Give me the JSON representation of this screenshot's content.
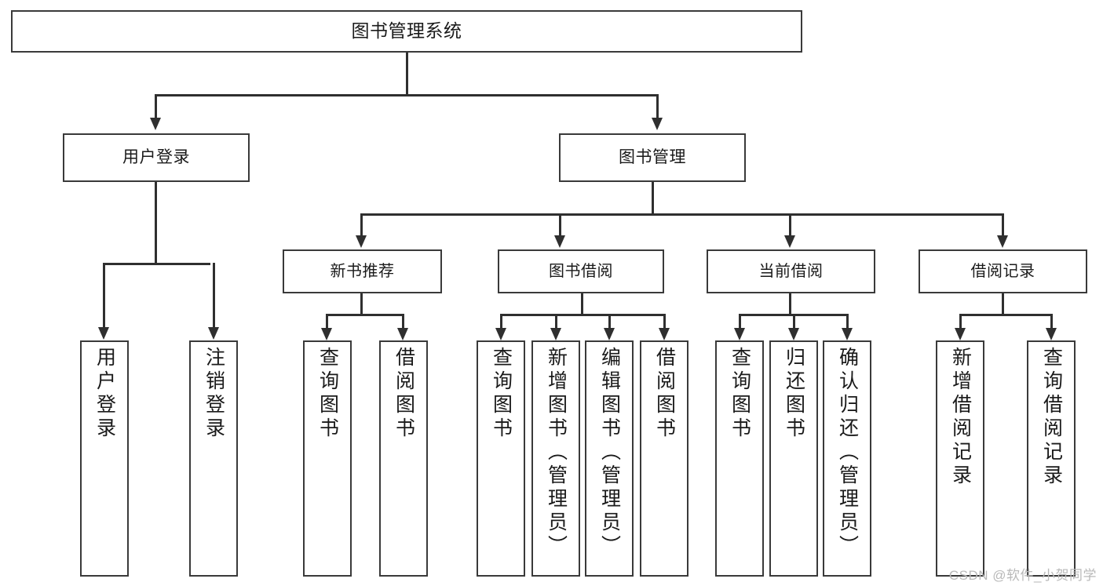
{
  "diagram": {
    "title": "图书管理系统",
    "type": "tree-hierarchy",
    "root": {
      "label": "图书管理系统"
    },
    "level2": [
      {
        "label": "用户登录"
      },
      {
        "label": "图书管理"
      }
    ],
    "level3": [
      {
        "label": "新书推荐"
      },
      {
        "label": "图书借阅"
      },
      {
        "label": "当前借阅"
      },
      {
        "label": "借阅记录"
      }
    ],
    "leaves": {
      "user_login": [
        {
          "label": "用户登录"
        },
        {
          "label": "注销登录"
        }
      ],
      "new_book_recommend": [
        {
          "label": "查询图书"
        },
        {
          "label": "借阅图书"
        }
      ],
      "book_borrow": [
        {
          "label": "查询图书"
        },
        {
          "label": "新增图书（管理员）"
        },
        {
          "label": "编辑图书（管理员）"
        },
        {
          "label": "借阅图书"
        }
      ],
      "current_borrow": [
        {
          "label": "查询图书"
        },
        {
          "label": "归还图书"
        },
        {
          "label": "确认归还（管理员）"
        }
      ],
      "borrow_record": [
        {
          "label": "新增借阅记录"
        },
        {
          "label": "查询借阅记录"
        }
      ]
    }
  },
  "watermark": {
    "text": "CSDN @软件_小贺同学"
  },
  "colors": {
    "border": "#3a3a3a",
    "connector": "#2f2f2f",
    "background": "#ffffff",
    "text": "#1a1a1a",
    "watermark": "#b9b9b9"
  }
}
